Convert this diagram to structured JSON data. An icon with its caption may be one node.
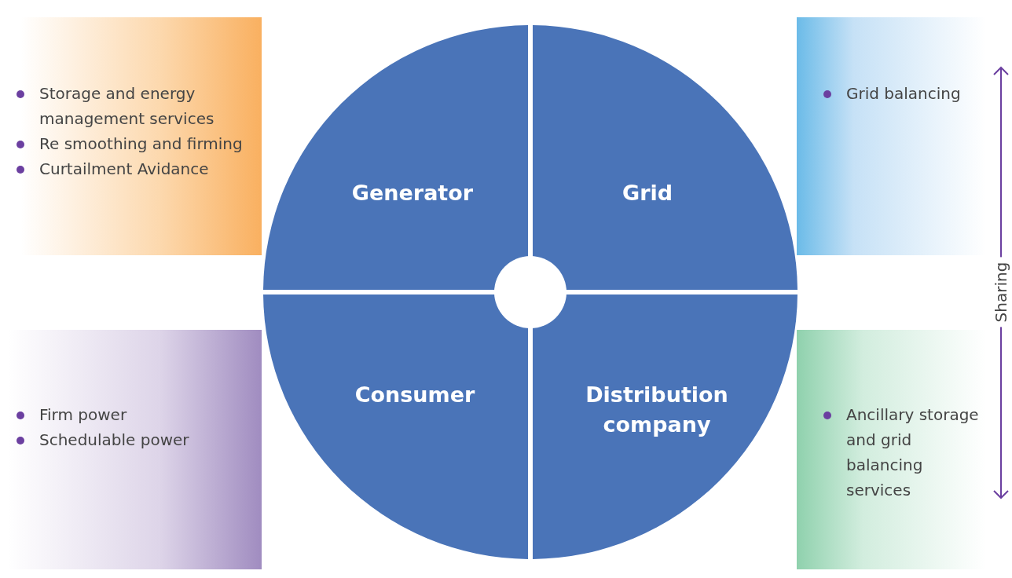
{
  "diagram": {
    "nodes": [
      {
        "text": [
          "Storage and energy management services",
          "Re smoothing and firming",
          "Curtailment Avidance"
        ]
      },
      {
        "text": [
          "Generator"
        ]
      },
      {
        "text": [
          "Grid"
        ]
      },
      {
        "text": [
          "Grid balancing"
        ]
      },
      {
        "text": [
          "Firm power",
          "Schedulable power"
        ]
      },
      {
        "text": [
          "Consumer"
        ]
      },
      {
        "text": [
          "Distribution company"
        ]
      },
      {
        "text": [
          "Ancillary storage and grid balancing services"
        ]
      },
      {
        "text": [],
        "shape": "circle"
      }
    ],
    "edges": [],
    "labels": [
      "Sharing"
    ]
  }
}
